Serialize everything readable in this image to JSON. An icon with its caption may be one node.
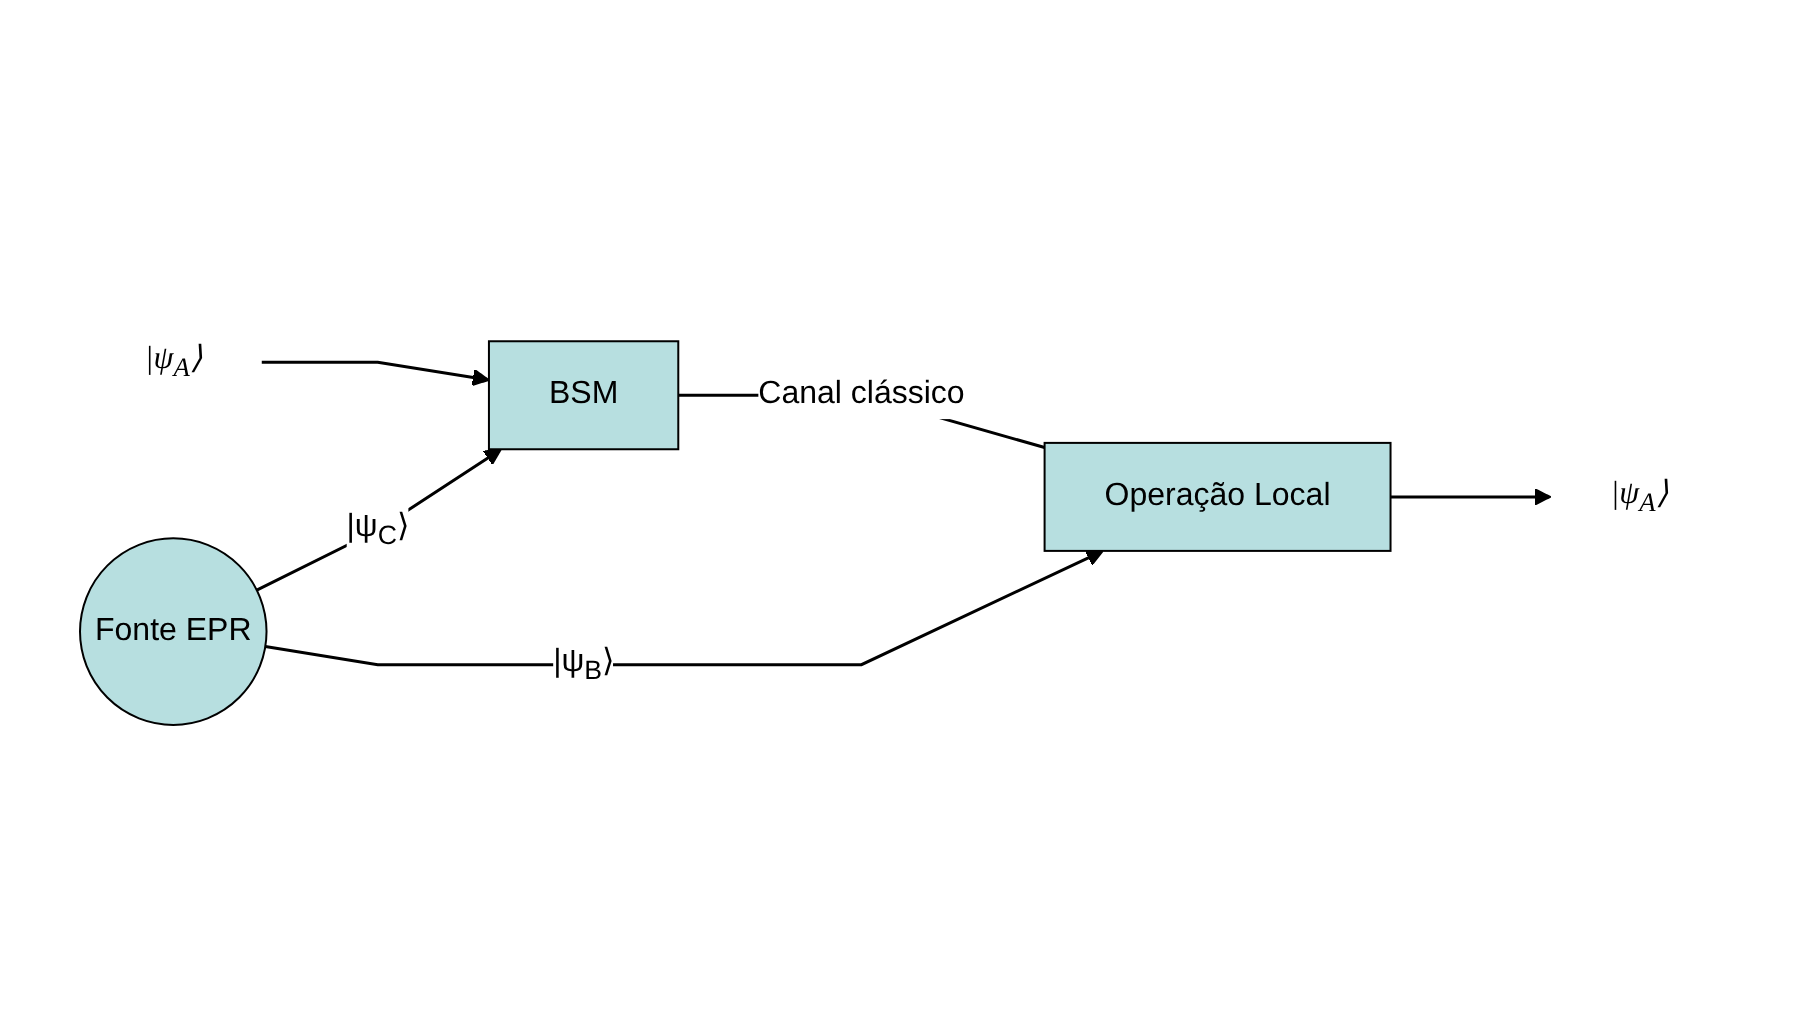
{
  "diagram": {
    "nodes": [
      {
        "text": [
          "|ψ$_{A}$⟩"
        ]
      },
      {
        "text": [
          "BSM"
        ]
      },
      {
        "text": [
          "Operação Local"
        ]
      },
      {
        "text": [
          "|ψ$_{A}$⟩"
        ]
      },
      {
        "text": [
          "Fonte EPR"
        ]
      }
    ],
    "edges": [
      {
        "from": 0,
        "to": 1,
        "arrow": "to"
      },
      {
        "from": 1,
        "to": 2,
        "arrow": "none",
        "label": "Canal clássico"
      },
      {
        "from": 2,
        "to": 3,
        "arrow": "to"
      },
      {
        "from": 4,
        "to": 1,
        "arrow": "to",
        "label": "|ψ$_{C}$⟩"
      },
      {
        "from": 4,
        "to": 2,
        "arrow": "to",
        "label": "|ψ$_{B}$⟩"
      }
    ]
  }
}
